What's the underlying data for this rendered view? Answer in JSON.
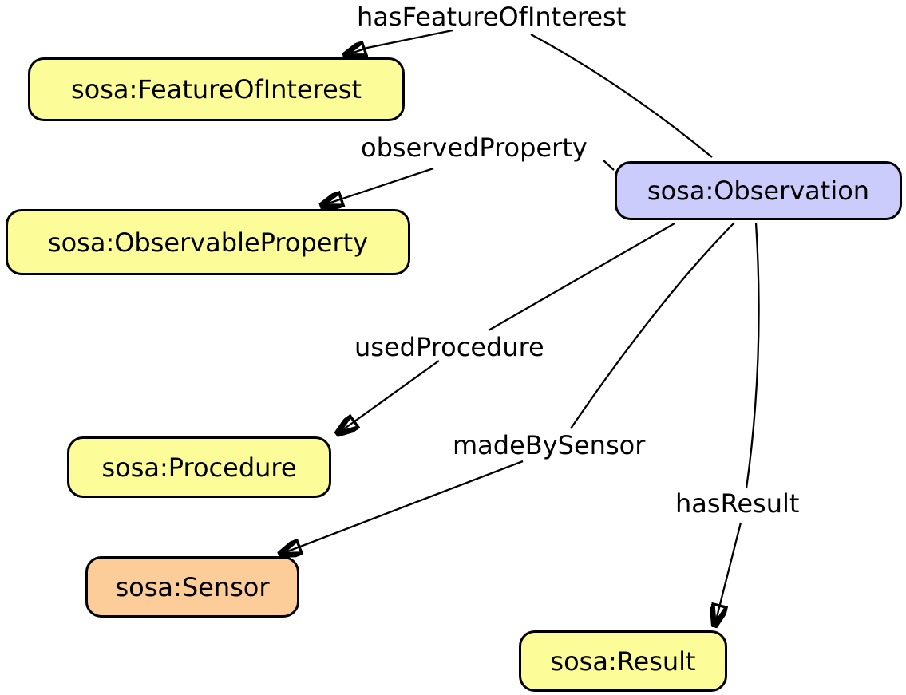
{
  "diagram": {
    "background": "#FFFFFF",
    "edge_color": "#000000",
    "node_border_color": "#000000",
    "nodes": [
      {
        "id": "feature-of-interest",
        "label": "sosa:FeatureOfInterest",
        "fill": "#FCFC99"
      },
      {
        "id": "observable-property",
        "label": "sosa:ObservableProperty",
        "fill": "#FCFC99"
      },
      {
        "id": "observation",
        "label": "sosa:Observation",
        "fill": "#CCCCFC"
      },
      {
        "id": "procedure",
        "label": "sosa:Procedure",
        "fill": "#FCFC99"
      },
      {
        "id": "sensor",
        "label": "sosa:Sensor",
        "fill": "#FCCC99"
      },
      {
        "id": "result",
        "label": "sosa:Result",
        "fill": "#FCFC99"
      }
    ],
    "edges": [
      {
        "label": "hasFeatureOfInterest",
        "from": "sosa:Observation",
        "to": "sosa:FeatureOfInterest"
      },
      {
        "label": "observedProperty",
        "from": "sosa:Observation",
        "to": "sosa:ObservableProperty"
      },
      {
        "label": "usedProcedure",
        "from": "sosa:Observation",
        "to": "sosa:Procedure"
      },
      {
        "label": "madeBySensor",
        "from": "sosa:Observation",
        "to": "sosa:Sensor"
      },
      {
        "label": "hasResult",
        "from": "sosa:Observation",
        "to": "sosa:Result"
      }
    ]
  }
}
